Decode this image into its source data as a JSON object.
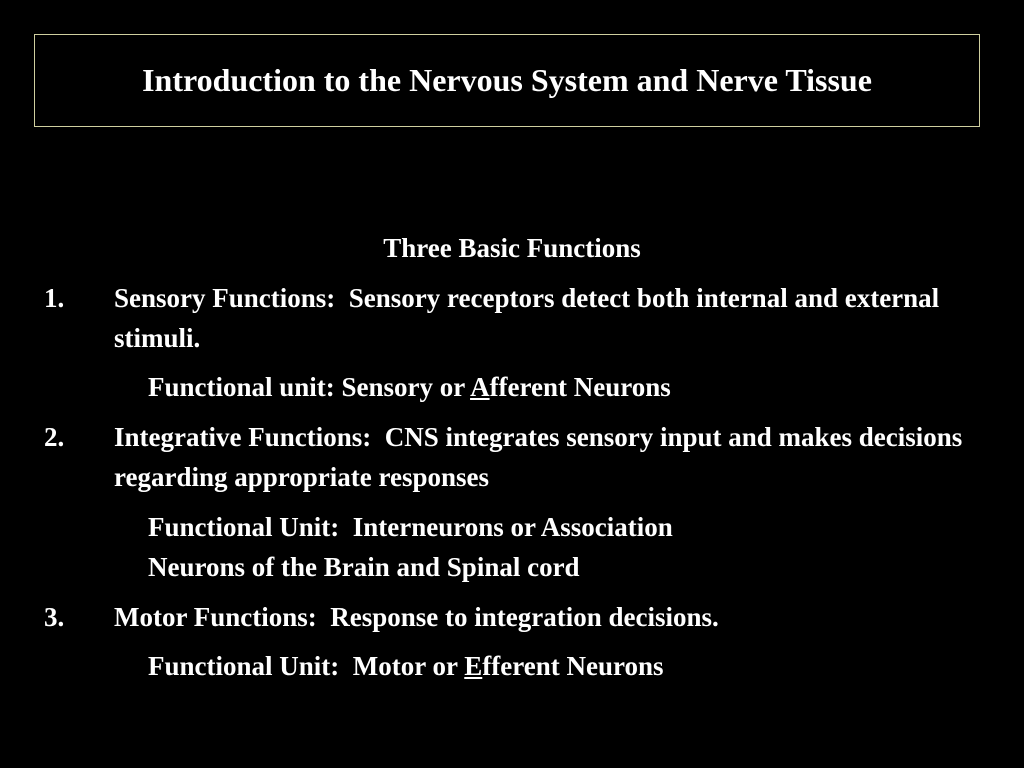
{
  "slide": {
    "title": "Introduction to the Nervous System and Nerve Tissue",
    "heading": "Three Basic Functions",
    "items": [
      {
        "number": "1.",
        "text": "Sensory Functions:  Sensory receptors detect both internal and external stimuli.",
        "sub_pre": "Functional unit: Sensory or ",
        "sub_ul": "A",
        "sub_post": "fferent Neurons"
      },
      {
        "number": "2.",
        "text": "Integrative Functions:  CNS integrates sensory input and makes decisions regarding appropriate responses",
        "sub_line1": "Functional Unit:  Interneurons or Association",
        "sub_line2": "Neurons of the Brain and Spinal cord"
      },
      {
        "number": "3.",
        "text": "Motor Functions:  Response to integration decisions.",
        "sub_pre": "Functional Unit:  Motor or ",
        "sub_ul": "E",
        "sub_post": "fferent Neurons"
      }
    ]
  },
  "colors": {
    "background": "#000000",
    "text": "#ffffff",
    "title_border": "#cfcf9f"
  }
}
